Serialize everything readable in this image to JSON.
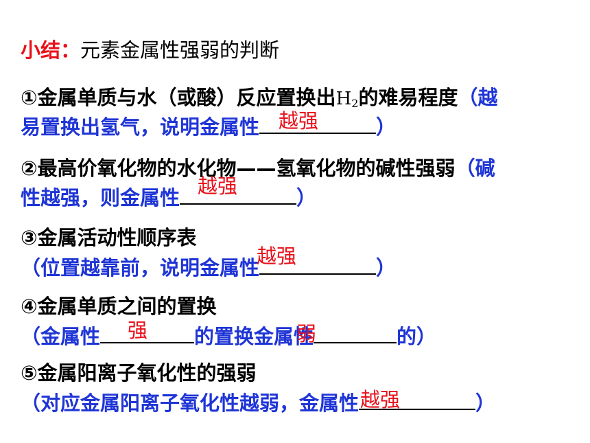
{
  "title": {
    "label": "小结：",
    "text": "元素金属性强弱的判断"
  },
  "item1": {
    "line1_prefix": "①金属单质与水（或酸）反应置换出",
    "h_letter": "H",
    "h_sub": "2",
    "line1_mid": "的难易程度",
    "line1_blue": "（越",
    "line2_prefix": "易置换出氢气，说明金属性",
    "answer": "越强",
    "line2_suffix": "）"
  },
  "item2": {
    "line1_black": "②最高价氧化物的水化物——氢氧化物的碱性强弱",
    "line1_blue": "（碱",
    "line2_prefix": "性越强，则金属性",
    "answer": "越强",
    "line2_suffix": "）"
  },
  "item3": {
    "line1": "③金属活动性顺序表",
    "line2_prefix": "（位置越靠前，说明金属性",
    "answer": "越强",
    "line2_suffix": "）"
  },
  "item4": {
    "line1": "④金属单质之间的置换",
    "line2_prefix": "（金属性",
    "answer1": "强",
    "line2_mid": "的置换金属性",
    "answer2": "弱",
    "line2_suffix": "的）"
  },
  "item5": {
    "line1": "⑤金属阳离子氧化性的强弱",
    "line2_prefix": "（对应金属阳离子氧化性越弱，金属性",
    "answer": "越强",
    "line2_suffix": "）"
  }
}
